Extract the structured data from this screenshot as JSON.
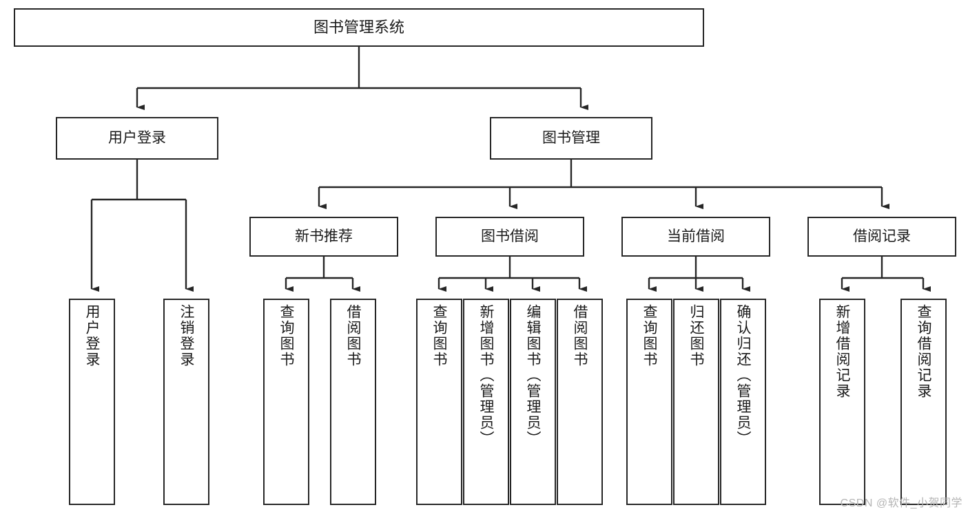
{
  "diagram": {
    "title": "图书管理系统",
    "type": "hierarchy-tree",
    "watermark": "CSDN @软件_小贺同学",
    "colors": {
      "background": "#ffffff",
      "box_border": "#262626",
      "box_fill": "#ffffff",
      "text": "#1a1a1a",
      "connector": "#262626",
      "watermark": "#b5b5b5"
    },
    "nodes": {
      "root": {
        "label": "图书管理系统"
      },
      "level2": [
        {
          "label": "用户登录"
        },
        {
          "label": "图书管理"
        }
      ],
      "level3": [
        {
          "label": "新书推荐"
        },
        {
          "label": "图书借阅"
        },
        {
          "label": "当前借阅"
        },
        {
          "label": "借阅记录"
        }
      ],
      "leaves": {
        "user_login": [
          {
            "label": "用户登录"
          },
          {
            "label": "注销登录"
          }
        ],
        "new_book_recommend": [
          {
            "label": "查询图书"
          },
          {
            "label": "借阅图书"
          }
        ],
        "book_borrow": [
          {
            "label": "查询图书"
          },
          {
            "label": "新增图书（管理员）"
          },
          {
            "label": "编辑图书（管理员）"
          },
          {
            "label": "借阅图书"
          }
        ],
        "current_borrow": [
          {
            "label": "查询图书"
          },
          {
            "label": "归还图书"
          },
          {
            "label": "确认归还（管理员）"
          }
        ],
        "borrow_record": [
          {
            "label": "新增借阅记录"
          },
          {
            "label": "查询借阅记录"
          }
        ]
      }
    }
  }
}
